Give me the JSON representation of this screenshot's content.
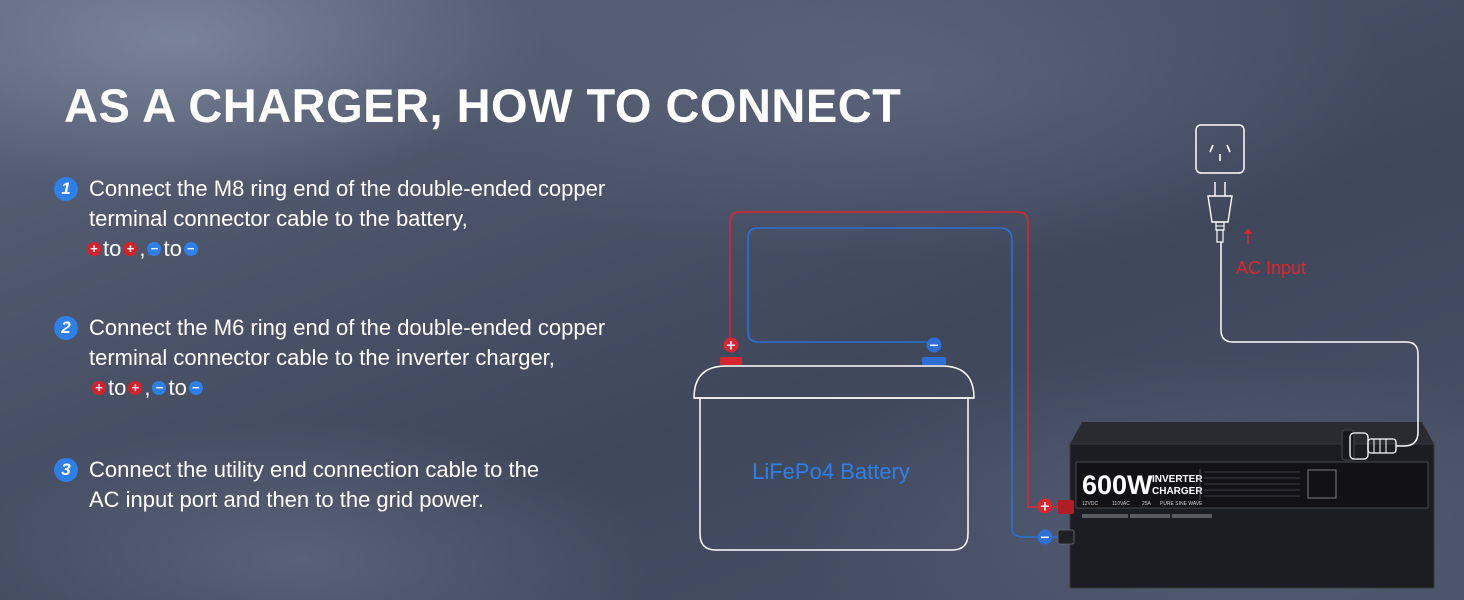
{
  "heading": "AS A CHARGER, HOW TO CONNECT",
  "steps": [
    {
      "number": "1",
      "lines": [
        "Connect the M8 ring end of the double-ended copper",
        "terminal connector cable to the battery,"
      ],
      "to_1": "to",
      "sep": ",",
      "to_2": "to"
    },
    {
      "number": "2",
      "lines": [
        "Connect the M6 ring end of the double-ended copper",
        "terminal connector cable to the inverter charger,"
      ],
      "to_1": "to",
      "sep": ",",
      "to_2": "to"
    },
    {
      "number": "3",
      "lines": [
        "Connect the utility end connection cable to the",
        "AC input port and then to the grid power."
      ]
    }
  ],
  "battery": {
    "label": "LiFePo4 Battery"
  },
  "ac_label": "AC Input",
  "inverter": {
    "power": "600W",
    "line1": "INVERTER",
    "line2": "CHARGER",
    "specs": [
      "12VDC",
      "110VAC",
      "25A",
      "PURE SINE WAVE"
    ]
  },
  "colors": {
    "positive_wire": "#d9262e",
    "negative_wire": "#2d6fd6",
    "accent": "#2f7fe8",
    "outline": "#ffffff"
  }
}
